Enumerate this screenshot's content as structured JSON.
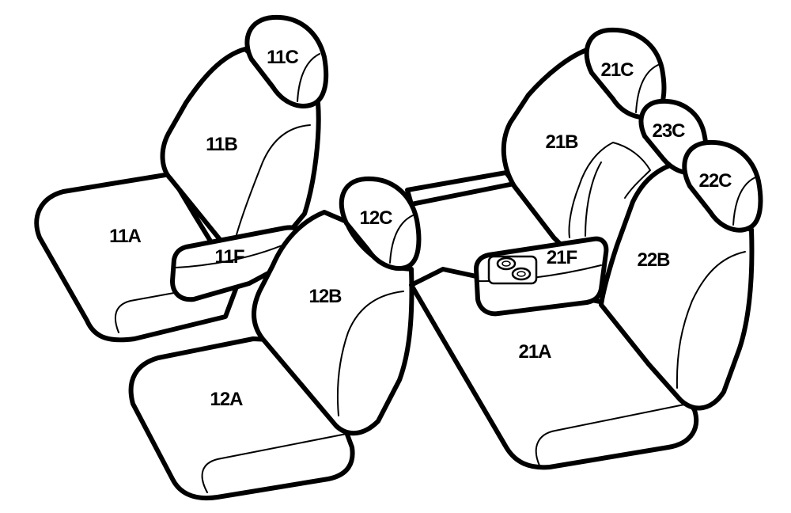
{
  "labels": {
    "seat_11A": "11A",
    "seat_11B": "11B",
    "seat_11C": "11C",
    "seat_11F": "11F",
    "seat_12A": "12A",
    "seat_12B": "12B",
    "seat_12C": "12C",
    "seat_21A": "21A",
    "seat_21B": "21B",
    "seat_21C": "21C",
    "seat_21F": "21F",
    "seat_22B": "22B",
    "seat_22C": "22C",
    "seat_23C": "23C"
  }
}
